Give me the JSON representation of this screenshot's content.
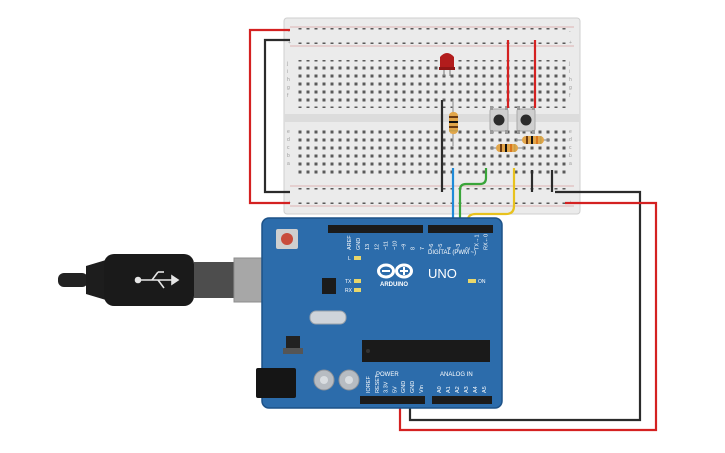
{
  "arduino": {
    "brand": "ARDUINO",
    "model": "UNO",
    "digital_header": "DIGITAL (PWM ~)",
    "analog_header": "ANALOG IN",
    "power_header": "POWER",
    "led_on": "ON",
    "led_tx": "TX",
    "led_rx": "RX",
    "led_l": "L",
    "top_pins": [
      "AREF",
      "GND",
      "13",
      "12",
      "~11",
      "~10",
      "~9",
      "8",
      "7",
      "~6",
      "~5",
      "4",
      "~3",
      "2",
      "TX→1",
      "RX←0"
    ],
    "power_pins": [
      "IOREF",
      "RESET",
      "3.3V",
      "5V",
      "GND",
      "GND",
      "Vin"
    ],
    "analog_pins": [
      "A0",
      "A1",
      "A2",
      "A3",
      "A4",
      "A5"
    ]
  },
  "breadboard": {
    "row_letters_top": [
      "j",
      "i",
      "h",
      "g",
      "f"
    ],
    "row_letters_bottom": [
      "e",
      "d",
      "c",
      "b",
      "a"
    ],
    "rail_plus": "+",
    "rail_minus": "-"
  },
  "colors": {
    "board_blue": "#2c6cab",
    "wire_red": "#d42121",
    "wire_black": "#2b2b2b",
    "wire_blue": "#1f8ad8",
    "wire_green": "#3aa53a",
    "wire_yellow": "#e8c21e",
    "led_red": "#b21c1c",
    "breadboard": "#ebebeb"
  }
}
